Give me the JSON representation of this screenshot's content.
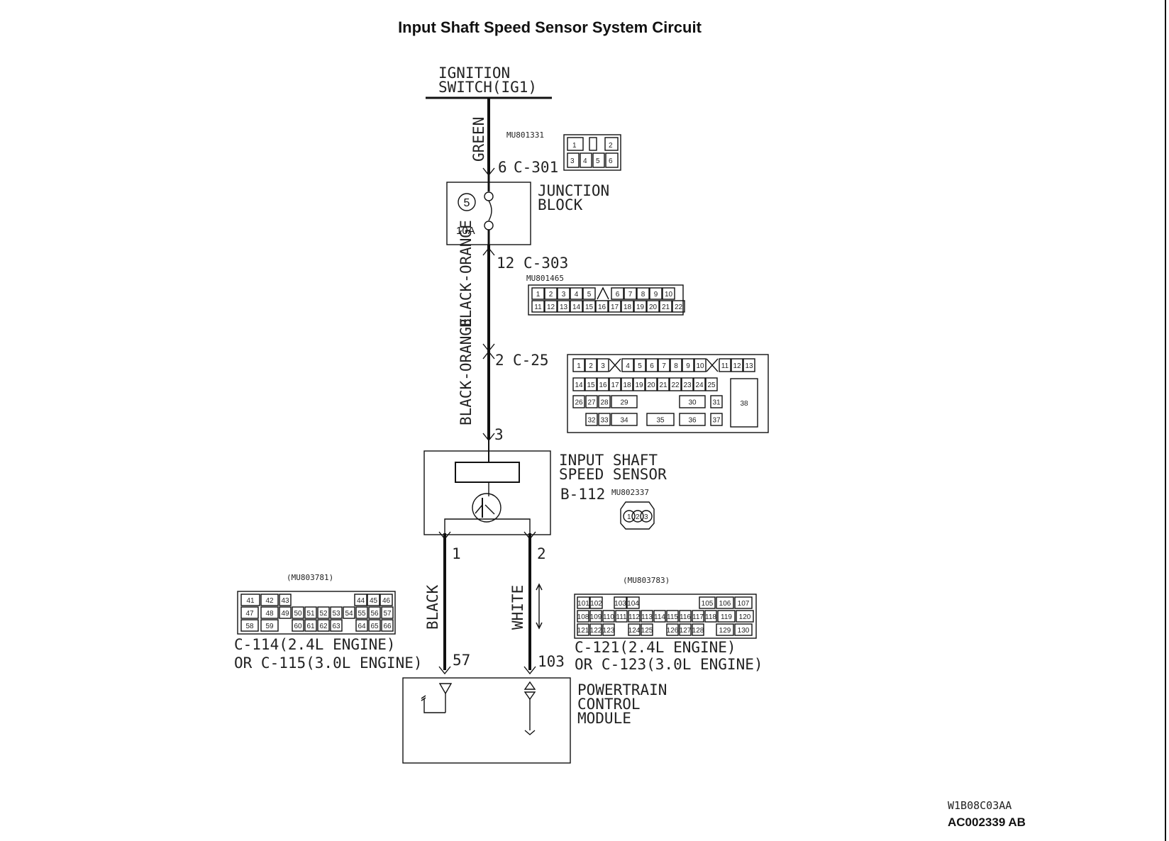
{
  "title": "Input Shaft Speed Sensor System Circuit",
  "ignition": {
    "line1": "IGNITION",
    "line2": "SWITCH(IG1)"
  },
  "wires": {
    "green": "GREEN",
    "black_orange_1": "BLACK-ORANGE",
    "black_orange_2": "BLACK-ORANGE",
    "black": "BLACK",
    "white": "WHITE"
  },
  "connectors": {
    "c301": {
      "pin": "6",
      "name": "C-301",
      "part": "MU801331",
      "pins": [
        "1",
        "2",
        "3",
        "4",
        "5",
        "6"
      ]
    },
    "c303": {
      "pin": "12",
      "name": "C-303",
      "part": "MU801465",
      "pins_top": [
        "1",
        "2",
        "3",
        "4",
        "5",
        "6",
        "7",
        "8",
        "9",
        "10"
      ],
      "pins_bottom": [
        "11",
        "12",
        "13",
        "14",
        "15",
        "16",
        "17",
        "18",
        "19",
        "20",
        "21",
        "22"
      ]
    },
    "c25": {
      "pin": "2",
      "name": "C-25",
      "row1": [
        "1",
        "2",
        "3",
        "4",
        "5",
        "6",
        "7",
        "8",
        "9",
        "10",
        "11",
        "12",
        "13"
      ],
      "row2": [
        "14",
        "15",
        "16",
        "17",
        "18",
        "19",
        "20",
        "21",
        "22",
        "23",
        "24",
        "25"
      ],
      "row3": [
        "26",
        "27",
        "28",
        "29",
        "30",
        "31"
      ],
      "row4": [
        "32",
        "33",
        "34",
        "35",
        "36",
        "37"
      ],
      "big": "38"
    },
    "c114": {
      "part": "(MU803781)",
      "row1": [
        "41",
        "42",
        "43",
        "44",
        "45",
        "46"
      ],
      "row2": [
        "47",
        "48",
        "49",
        "50",
        "51",
        "52",
        "53",
        "54",
        "55",
        "56",
        "57"
      ],
      "row3": [
        "58",
        "59",
        "60",
        "61",
        "62",
        "63",
        "64",
        "65",
        "66"
      ],
      "label1": "C-114(2.4L ENGINE)",
      "label2": "OR C-115(3.0L ENGINE)"
    },
    "c121": {
      "part": "(MU803783)",
      "row1": [
        "101",
        "102",
        "103",
        "104",
        "105",
        "106",
        "107"
      ],
      "row2": [
        "108",
        "109",
        "110",
        "111",
        "112",
        "113",
        "114",
        "115",
        "116",
        "117",
        "118",
        "119",
        "120"
      ],
      "row3": [
        "121",
        "122",
        "123",
        "124",
        "125",
        "126",
        "127",
        "128",
        "129",
        "130"
      ],
      "label1": "C-121(2.4L ENGINE)",
      "label2": "OR C-123(3.0L ENGINE)"
    }
  },
  "junction_block": {
    "line1": "JUNCTION",
    "line2": "BLOCK",
    "fuse_number": "5",
    "fuse_rating": "10A"
  },
  "sensor": {
    "line1": "INPUT SHAFT",
    "line2": "SPEED SENSOR",
    "connector": "B-112",
    "part": "MU802337",
    "pin_sensor_out": "3",
    "pin_a": "1",
    "pin_b": "2",
    "pins": [
      "1",
      "2",
      "3"
    ]
  },
  "pcm": {
    "line1": "POWERTRAIN",
    "line2": "CONTROL",
    "line3": "MODULE",
    "pin_a": "57",
    "pin_b": "103"
  },
  "codes": {
    "code1": "W1B08C03AA",
    "code2": "AC002339 AB"
  }
}
